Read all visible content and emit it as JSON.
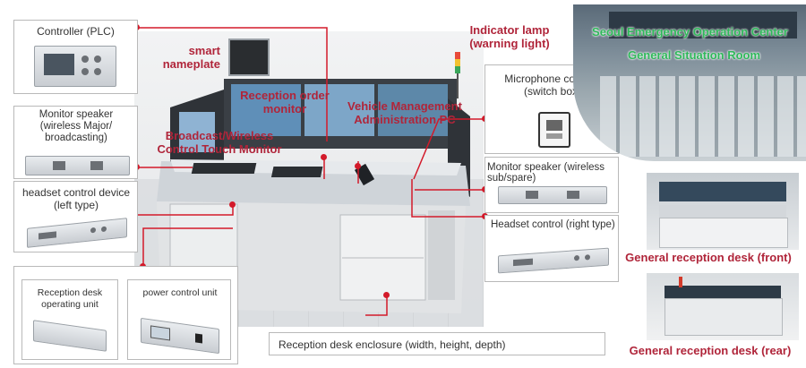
{
  "labels": {
    "controller": "Controller (PLC)",
    "monitor_speaker_major": "Monitor speaker (wireless Major/ broadcasting)",
    "headset_left": "headset control device (left type)",
    "smart_nameplate": "smart nameplate",
    "reception_order_monitor": "Reception order monitor",
    "broadcast_touch_monitor": "Broadcast/Wireless Control Touch Monitor",
    "vehicle_pc": "Vehicle Management Administration PC",
    "indicator_lamp": "Indicator lamp (warning light)",
    "microphone_console": "Microphone console (switch box)",
    "monitor_speaker_sub": "Monitor speaker (wireless sub/spare)",
    "headset_right": "Headset control (right type)",
    "reception_operating_unit": "Reception desk operating unit",
    "power_control_unit": "power control unit",
    "enclosure": "Reception desk enclosure (width, height, depth)",
    "seoul_center": "Seoul Emergency Operation Center",
    "situation_room": "General Situation Room",
    "desk_front": "General reception desk (front)",
    "desk_rear": "General reception desk (rear)"
  },
  "colors": {
    "callout_red": "#d31a2a",
    "label_red": "#b0253a",
    "green_text": "#2fb85a"
  }
}
